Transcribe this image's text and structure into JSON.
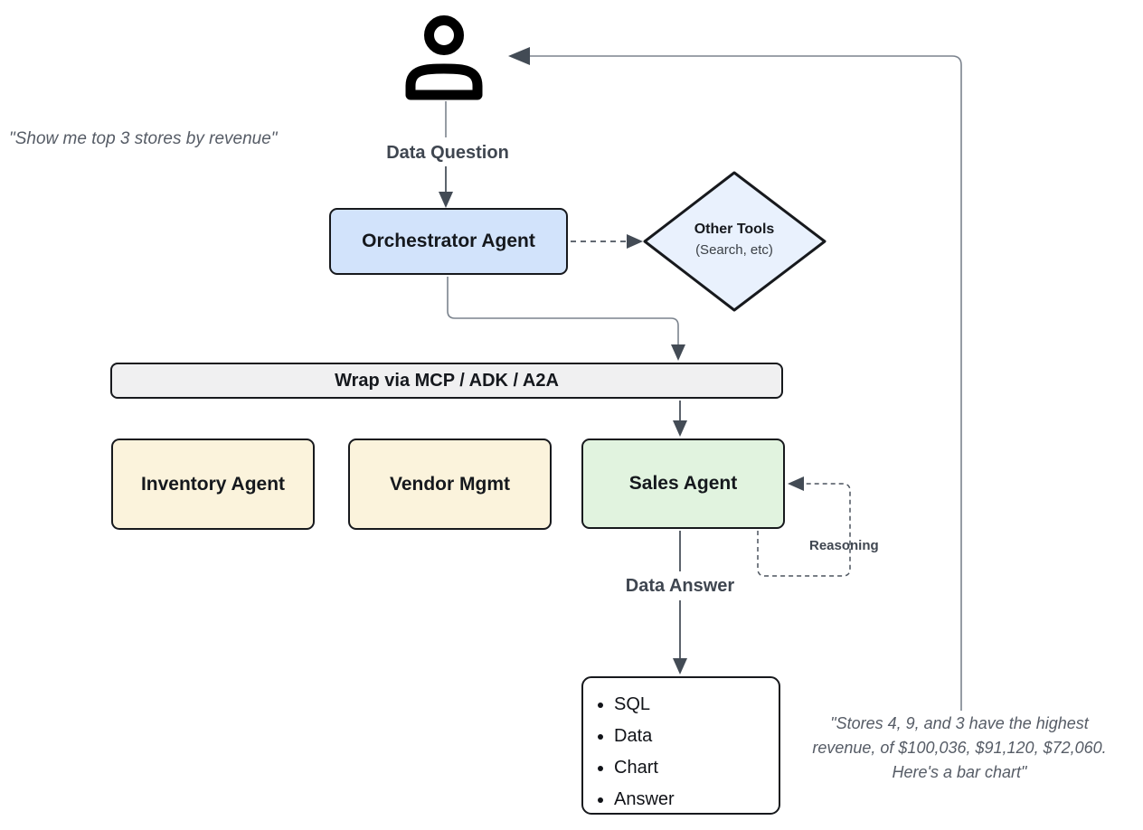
{
  "quotes": {
    "user": "\"Show me top 3 stores by revenue\"",
    "result_line1": "\"Stores 4, 9, and 3 have the highest",
    "result_line2": "revenue, of $100,036, $91,120, $72,060.",
    "result_line3": "Here's a bar chart\""
  },
  "edge_labels": {
    "data_question": "Data Question",
    "data_answer": "Data Answer",
    "reasoning": "Reasoning"
  },
  "nodes": {
    "orchestrator": {
      "label": "Orchestrator Agent",
      "fill": "#d2e3fb"
    },
    "other_tools": {
      "title": "Other Tools",
      "subtitle": "(Search, etc)",
      "fill": "#e9f1fd"
    },
    "wrap_layer": {
      "label": "Wrap via MCP / ADK / A2A",
      "fill": "#f0f0f1"
    },
    "inventory_agent": {
      "label": "Inventory Agent",
      "fill": "#fbf3dc"
    },
    "vendor_mgmt": {
      "label": "Vendor Mgmt",
      "fill": "#fbf3dc"
    },
    "sales_agent": {
      "label": "Sales Agent",
      "fill": "#e1f3df"
    },
    "output_box": {
      "items": [
        "SQL",
        "Data",
        "Chart",
        "Answer"
      ],
      "fill": "#ffffff"
    }
  },
  "icons": {
    "user": "person-icon"
  },
  "colors": {
    "node_border": "#17191d",
    "connector_light": "#7b838d",
    "connector_dark": "#4a525c",
    "arrowhead": "#434b55",
    "label_text": "#3f4650",
    "quote_text": "#565c66"
  }
}
